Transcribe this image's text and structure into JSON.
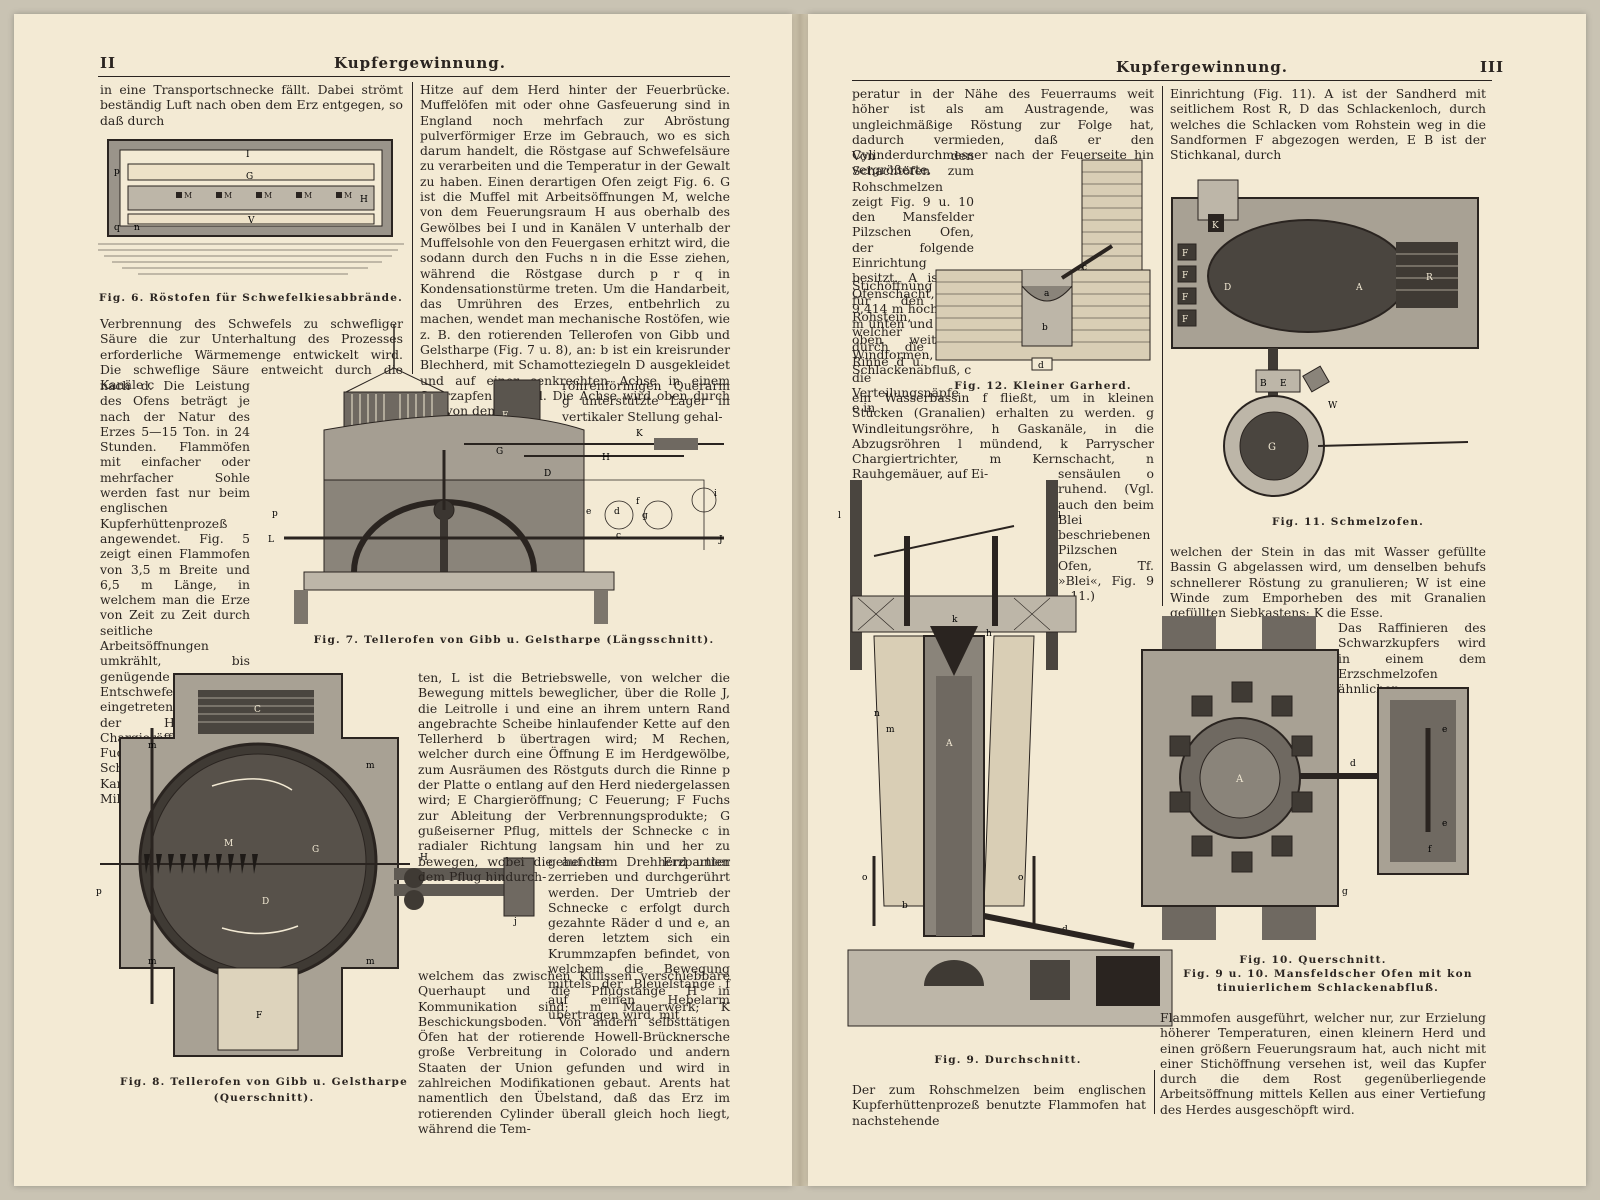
{
  "left_page": {
    "page_number": "II",
    "running_head": "Kupfergewinnung.",
    "para_top_left": "in eine Transportschnecke fällt. Dabei strömt beständig Luft nach oben dem Erz entgegen, so daß durch",
    "para_top_right": "Hitze auf dem Herd hinter der Feuerbrücke. Muffelöfen mit oder ohne Gasfeuerung sind in England noch mehrfach zur Abröstung pulverförmiger Erze im Gebrauch, wo es sich darum handelt, die Röstgase auf Schwefelsäure zu verarbeiten und die Temperatur in der Gewalt zu haben. Einen derartigen Ofen zeigt Fig. 6. G ist die Muffel mit Arbeitsöffnungen M, welche von dem Feuerungsraum H aus oberhalb des Gewölbes bei I und in Kanälen V unterhalb der Muffelsohle von den Feuergasen erhitzt wird, die sodann durch den Fuchs n in die Esse ziehen, während die Röstgase durch p r q in Kondensationstürme treten. Um die Handarbeit, das Umrühren des Erzes, entbehrlich zu machen, wendet man mechanische Rostöfen, wie z. B. den rotierenden Tellerofen von Gibb und Gelstharpe (Fig. 7 u. 8), an: b ist ein kreisrunder Blechherd, mit Schamotteziegeln D ausgekleidet und auf einer senkrechten Achse in einem Spurzapfen ruhend. Die Achse wird oben durch das von dem",
    "para_right_short": "röhrenförmigen Querarm g unterstützte Lager in vertikaler Stellung gehal-",
    "para_mid_wide": "Verbrennung des Schwefels zu schwefliger Säure die zur Unterhaltung des Prozesses erforderliche Wärmemenge entwickelt wird. Die schweflige Säure entweicht durch die Kanäle c",
    "para_mid_narrow": "nach d. Die Leistung des Ofens beträgt je nach der Natur des Erzes 5—15 Ton. in 24 Stunden. Flammöfen mit einfacher oder mehrfacher Sohle werden fast nur beim englischen Kupferhüttenprozeß angewendet. Fig. 5 zeigt einen Flammofen von 3,5 m Breite und 6,5 m Länge, in welchem man die Erze von Zeit zu Zeit durch seitliche Arbeitsöffnungen umkrählt, bis genügende Entschwefelung eingetreten ist. b ist der Herd, e Chargieröffnungen, l Fuchs, u nach dem Schornstein führender Kanal, k Zunge zur Milderung der",
    "para_lower_right": "ten, L ist die Betriebswelle, von welcher die Bewegung mittels beweglicher, über die Rolle J, die Leitrolle i und eine an ihrem untern Rand angebrachte Scheibe hinlaufender Kette auf den Tellerherd b übertragen wird; M Rechen, welcher durch eine Öffnung E im Herdgewölbe, zum Ausräumen des Röstguts durch die Rinne p der Platte o entlang auf den Herd niedergelassen wird; E Chargieröffnung; C Feuerung; F Fuchs zur Ableitung der Verbrennungsprodukte; G gußeiserner Pflug, mittels der Schnecke c in radialer Richtung langsam hin und her zu bewegen, wobei die auf dem Drehherd unter dem Pflug hindurch-",
    "para_lower_narrow": "gehenden Erzpartien zerrieben und durchgerührt werden. Der Umtrieb der Schnecke c erfolgt durch gezahnte Räder d und e, an deren letztem sich ein Krummzapfen befindet, von welchem die Bewegung mittels der Bleuelstange f auf einen Hebelarm übertragen wird, mit",
    "para_bottom_right": "welchem das zwischen Kulissen verschiebbare Querhaupt und die Pflugstange H in Kommunikation sind; m Mauerwerk; K Beschickungsboden. Von andern selbsttätigen Öfen hat der rotierende Howell-Brücknersche große Verbreitung in Colorado und andern Staaten der Union gefunden und wird in zahlreichen Modifikationen gebaut. Arents hat namentlich den Übelstand, daß das Erz im rotierenden Cylinder überall gleich hoch liegt, während die Tem-",
    "fig6_caption": "Fig. 6. Röstofen für Schwefelkiesabbrände.",
    "fig7_caption": "Fig. 7. Tellerofen von Gibb u. Gelstharpe (Längsschnitt).",
    "fig8_caption_line1": "Fig. 8. Tellerofen von Gibb u. Gelstharpe",
    "fig8_caption_line2": "(Querschnitt)."
  },
  "right_page": {
    "page_number": "III",
    "running_head": "Kupfergewinnung.",
    "para_top_left": "peratur in der Nähe des Feuerraums weit höher ist als am Austragende, was ungleichmäßige Röstung zur Folge hat, dadurch vermieden, daß er den Cylinderdurchmesser nach der Feuerseite hin vergrößerte.",
    "para_schacht": "Von den Schachtöfen zum Rohschmelzen zeigt Fig. 9 u. 10 den Mansfelder Pilzschen Ofen, der folgende Einrichtung besitzt. A ist der Ofenschacht, z. B. 9,414 m hoch, 1,88 m unten und 2,2 m oben weit, a Windformen, b Schlackenabfluß, c",
    "para_stich": "Stichöffnung für den Rohstein, welcher durch die Rinne d u. die Verteilungsnäpfe e in",
    "para_wasser": "ein Wasserbassin f fließt, um in kleinen Stücken (Granalien) erhalten zu werden. g Windleitungsröhre, h Gaskanäle, in die Abzugsröhren l mündend, k Parryscher Chargiertrichter, m Kernschacht, n Rauhgemäuer, auf Ei-",
    "para_saeulen": "sensäulen o ruhend. (Vgl. auch den beim Blei beschriebenen Pilzschen Ofen, Tf. »Blei«, Fig. 9—11.)",
    "para_top_right": "Einrichtung (Fig. 11). A ist der Sandherd mit seitlichem Rost R, D das Schlackenloch, durch welches die Schlacken vom Rohstein weg in die Sandformen F abgezogen werden, E B ist der Stichkanal, durch",
    "para_mid_right": "welchen der Stein in das mit Wasser gefüllte Bassin G abgelassen wird, um denselben behufs schnellerer Röstung zu granulieren; W ist eine Winde zum Emporheben des mit Granalien gefüllten Siebkastens; K die Esse.",
    "para_raffin": "Das Raffinieren des Schwarzkupfers wird in einem dem Erzschmelzofen ähnlichen",
    "para_flamm": "Flammofen ausgeführt, welcher nur, zur Erzielung höherer Temperaturen, einen kleinern Herd und einen größern Feuerungsraum hat, auch nicht mit einer Stichöffnung versehen ist, weil das Kupfer durch die dem Rost gegenüberliegende Arbeitsöffnung mittels Kellen aus einer Vertiefung des Herdes ausgeschöpft wird.",
    "para_bottom_left": "Der zum Rohschmelzen beim englischen Kupferhüttenprozeß benutzte Flammofen hat nachstehende",
    "fig12_caption": "Fig. 12. Kleiner Garherd.",
    "fig11_caption": "Fig. 11. Schmelzofen.",
    "fig10_caption": "Fig. 10. Querschnitt.",
    "fig9_10_caption_line1": "Fig. 9 u. 10. Mansfeldscher Ofen mit kon",
    "fig9_10_caption_line2": "tinuierlichem Schlackenabfluß.",
    "fig9_caption": "Fig. 9. Durchschnitt."
  }
}
